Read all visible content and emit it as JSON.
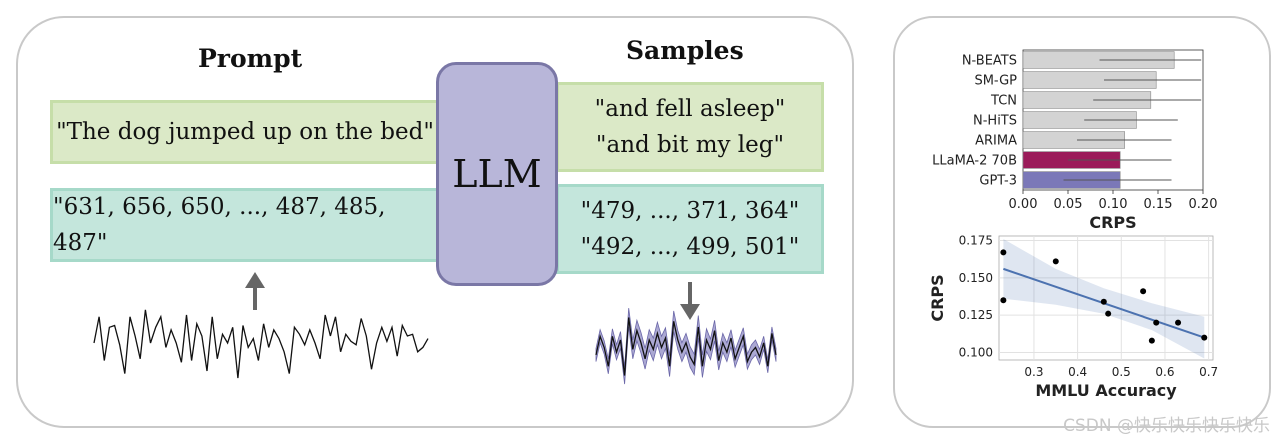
{
  "diagram": {
    "prompt_heading": "Prompt",
    "samples_heading": "Samples",
    "llm_label": "LLM",
    "prompt_text": "\"The dog jumped up on the bed\"",
    "prompt_numbers": "\"631, 656, 650, ..., 487, 485, 487\"",
    "sample_text_1": "\"and fell asleep\"",
    "sample_text_2": "\"and bit my leg\"",
    "sample_numbers_1": "\"479, ..., 371, 364\"",
    "sample_numbers_2": "\"492, ..., 499, 501\"",
    "input_series": [
      40,
      70,
      20,
      58,
      60,
      38,
      5,
      70,
      48,
      22,
      78,
      40,
      58,
      70,
      35,
      55,
      40,
      18,
      72,
      20,
      62,
      48,
      8,
      70,
      22,
      50,
      40,
      58,
      0,
      60,
      35,
      45,
      20,
      62,
      35,
      55,
      45,
      30,
      5,
      58,
      50,
      38,
      55,
      40,
      22,
      72,
      48,
      70,
      30,
      50,
      42,
      38,
      68,
      48,
      10,
      40,
      58,
      42,
      58,
      25,
      60,
      48,
      50,
      30,
      35,
      45
    ],
    "sample_series": [
      32,
      52,
      40,
      20,
      52,
      35,
      48,
      10,
      72,
      38,
      58,
      45,
      28,
      48,
      38,
      55,
      40,
      50,
      20,
      68,
      48,
      35,
      45,
      30,
      22,
      62,
      20,
      48,
      38,
      58,
      26,
      45,
      35,
      50,
      28,
      40,
      52,
      25,
      35,
      40,
      30,
      45,
      20,
      55,
      32
    ],
    "sample_band_width": [
      14,
      14,
      14,
      16,
      16,
      16,
      18,
      18,
      20,
      20,
      22,
      22,
      22,
      22,
      24,
      24,
      24,
      22,
      22,
      22,
      20,
      20,
      20,
      22,
      22,
      24,
      24,
      24,
      22,
      22,
      20,
      20,
      20,
      18,
      18,
      18,
      18,
      16,
      16,
      16,
      16,
      14,
      14,
      14,
      14
    ]
  },
  "bar_chart": {
    "type": "bar",
    "orientation": "horizontal",
    "categories": [
      "N-BEATS",
      "SM-GP",
      "TCN",
      "N-HiTS",
      "ARIMA",
      "LLaMA-2 70B",
      "GPT-3"
    ],
    "values": [
      0.168,
      0.148,
      0.142,
      0.126,
      0.113,
      0.108,
      0.108
    ],
    "error_low": [
      0.085,
      0.09,
      0.078,
      0.068,
      0.06,
      0.05,
      0.045
    ],
    "error_high": [
      0.198,
      0.198,
      0.198,
      0.172,
      0.165,
      0.165,
      0.165
    ],
    "colors": [
      "#d3d3d3",
      "#d3d3d3",
      "#d3d3d3",
      "#d3d3d3",
      "#d3d3d3",
      "#9b1b5a",
      "#7b78b8"
    ],
    "xlabel": "CRPS",
    "xlim": [
      0.0,
      0.2
    ],
    "xticks": [
      "0.00",
      "0.05",
      "0.10",
      "0.15",
      "0.20"
    ]
  },
  "scatter_chart": {
    "type": "scatter",
    "x": [
      0.23,
      0.23,
      0.35,
      0.46,
      0.47,
      0.55,
      0.57,
      0.58,
      0.63,
      0.69
    ],
    "y": [
      0.167,
      0.135,
      0.161,
      0.134,
      0.126,
      0.141,
      0.108,
      0.12,
      0.12,
      0.11
    ],
    "fit_line": {
      "x": [
        0.23,
        0.69
      ],
      "y": [
        0.156,
        0.11
      ]
    },
    "confidence_band": {
      "x": [
        0.23,
        0.35,
        0.46,
        0.57,
        0.69
      ],
      "upper": [
        0.176,
        0.156,
        0.143,
        0.133,
        0.124
      ],
      "lower": [
        0.136,
        0.132,
        0.126,
        0.115,
        0.096
      ]
    },
    "xlabel": "MMLU Accuracy",
    "ylabel": "CRPS",
    "xlim": [
      0.22,
      0.71
    ],
    "ylim": [
      0.095,
      0.178
    ],
    "xticks": [
      "0.3",
      "0.4",
      "0.5",
      "0.6",
      "0.7"
    ],
    "yticks": [
      "0.100",
      "0.125",
      "0.150",
      "0.175"
    ],
    "point_color": "#000000",
    "line_color": "#4c72b0"
  },
  "watermark": "CSDN @快乐快乐快乐快乐"
}
